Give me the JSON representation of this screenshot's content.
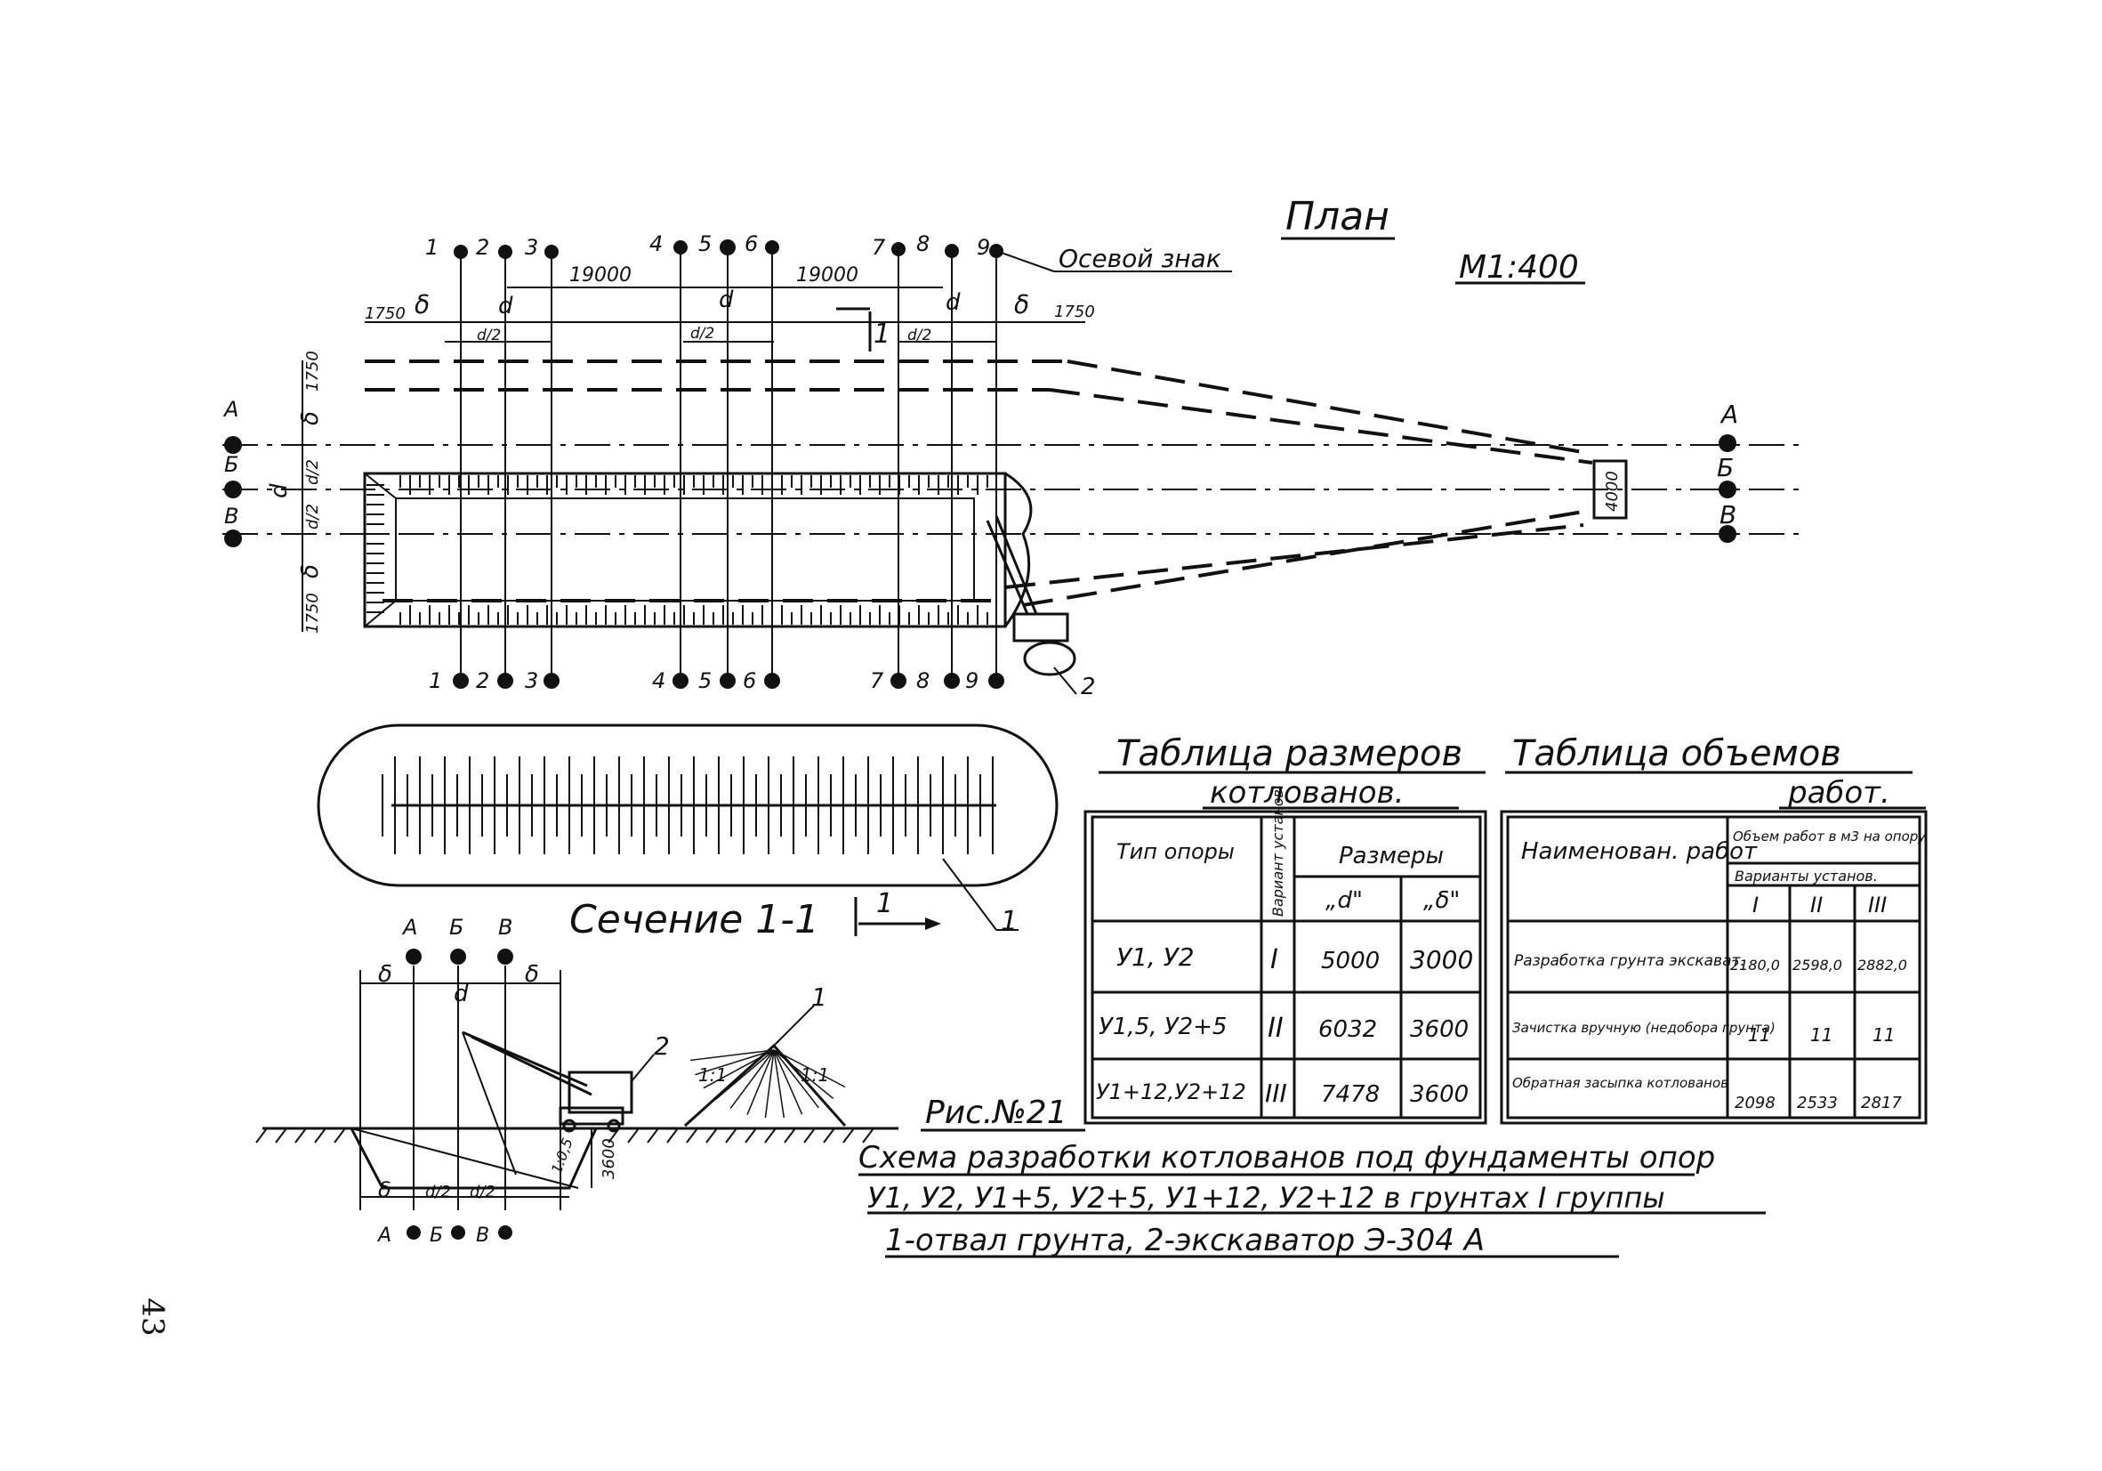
{
  "plan": {
    "title": "План",
    "scale": "М1:400",
    "axis_sign": "Осевой знак",
    "support_numbers": [
      "1",
      "2",
      "3",
      "4",
      "5",
      "6",
      "7",
      "8",
      "9"
    ],
    "axis_letters": [
      "А",
      "Б",
      "В"
    ],
    "dim_19000": "19000",
    "dim_1750": "1750",
    "dim_delta": "δ",
    "dim_d": "d",
    "dim_d2": "d/2",
    "dim_4000": "4000",
    "section_mark": "1",
    "callout_2": "2"
  },
  "section": {
    "title": "Сечение 1-1",
    "mark": "1",
    "callout_1": "1",
    "slope": "1:1",
    "depth": "3600",
    "slope_small": "1:0,5",
    "letters": [
      "А",
      "Б",
      "В"
    ],
    "delta": "δ",
    "d": "d",
    "d2": "d/2"
  },
  "sizes_table": {
    "title_line1": "Таблица размеров",
    "title_line2": "котлованов.",
    "header_type": "Тип опоры",
    "header_variant": "Вариант установ.",
    "header_sizes": "Размеры",
    "header_d": "„d\"",
    "header_b": "„δ\"",
    "rows": [
      {
        "type": "У1, У2",
        "variant": "I",
        "d": "5000",
        "b": "3000"
      },
      {
        "type": "У1,5, У2+5",
        "variant": "II",
        "d": "6032",
        "b": "3600"
      },
      {
        "type": "У1+12,У2+12",
        "variant": "III",
        "d": "7478",
        "b": "3600"
      }
    ]
  },
  "volumes_table": {
    "title_line1": "Таблица объемов",
    "title_line2": "работ.",
    "header_name": "Наименован. работ",
    "header_volume": "Объем работ в м3 на опору",
    "header_variants": "Варианты установ.",
    "variants": [
      "I",
      "II",
      "III"
    ],
    "rows": [
      {
        "name": "Разработка грунта экскават.",
        "values": [
          "2180,0",
          "2598,0",
          "2882,0"
        ]
      },
      {
        "name": "Зачистка вручную (недобора грунта)",
        "values": [
          "11",
          "11",
          "11"
        ]
      },
      {
        "name": "Обратная засыпка котлованов",
        "values": [
          "2098",
          "2533",
          "2817"
        ]
      }
    ]
  },
  "caption": {
    "fig": "Рис.№21",
    "line1": "Схема разработки котлованов под фундаменты опор",
    "line2": "У1, У2, У1+5, У2+5, У1+12, У2+12 в грунтах I группы",
    "line3": "1-отвал грунта, 2-экскаватор Э-304 А"
  },
  "page_number": "43"
}
